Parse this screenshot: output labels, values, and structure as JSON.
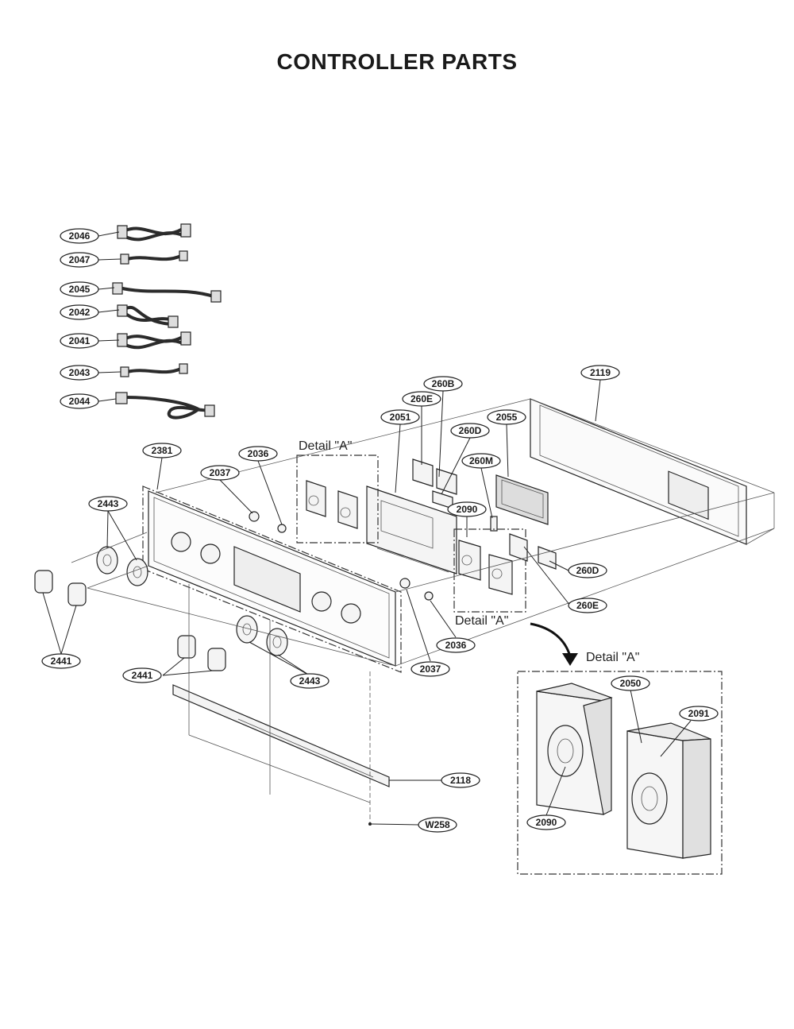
{
  "title": "CONTROLLER PARTS",
  "detail_labels": [
    "Detail \"A\"",
    "Detail \"A\"",
    "Detail \"A\""
  ],
  "callouts": {
    "c2046": "2046",
    "c2047": "2047",
    "c2045": "2045",
    "c2042": "2042",
    "c2041": "2041",
    "c2043": "2043",
    "c2044": "2044",
    "c2119": "2119",
    "c260B": "260B",
    "c260E_top": "260E",
    "c2051": "2051",
    "c2055": "2055",
    "c260D_top": "260D",
    "c260M": "260M",
    "c2090_mid": "2090",
    "c260D_right": "260D",
    "c260E_right": "260E",
    "c2381": "2381",
    "c2036_top": "2036",
    "c2037_top": "2037",
    "c2443_left": "2443",
    "c2441_left": "2441",
    "c2441_mid": "2441",
    "c2443_mid": "2443",
    "c2037_bot": "2037",
    "c2036_bot": "2036",
    "c2118": "2118",
    "cW258": "W258",
    "c2050": "2050",
    "c2091": "2091",
    "c2090_det": "2090"
  }
}
